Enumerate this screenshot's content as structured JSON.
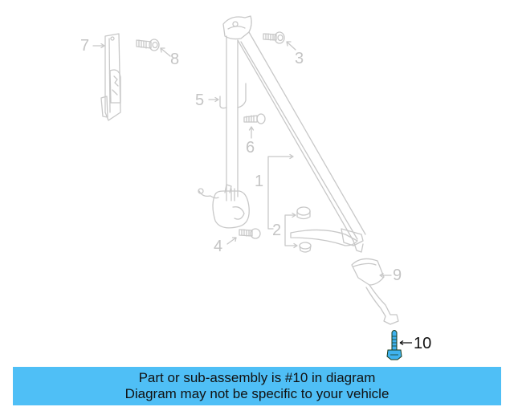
{
  "diagram": {
    "highlighted_part": "10",
    "highlight_color": "#3fb2ee",
    "line_color": "#c8c8c8",
    "callouts": [
      {
        "number": "1",
        "label": "1"
      },
      {
        "number": "2",
        "label": "2"
      },
      {
        "number": "3",
        "label": "3"
      },
      {
        "number": "4",
        "label": "4"
      },
      {
        "number": "5",
        "label": "5"
      },
      {
        "number": "6",
        "label": "6"
      },
      {
        "number": "7",
        "label": "7"
      },
      {
        "number": "8",
        "label": "8"
      },
      {
        "number": "9",
        "label": "9"
      },
      {
        "number": "10",
        "label": "10"
      }
    ]
  },
  "banner": {
    "line1": "Part or sub-assembly is #10 in diagram",
    "line2": "Diagram may not be specific to your vehicle",
    "background": "#4fbff6"
  }
}
